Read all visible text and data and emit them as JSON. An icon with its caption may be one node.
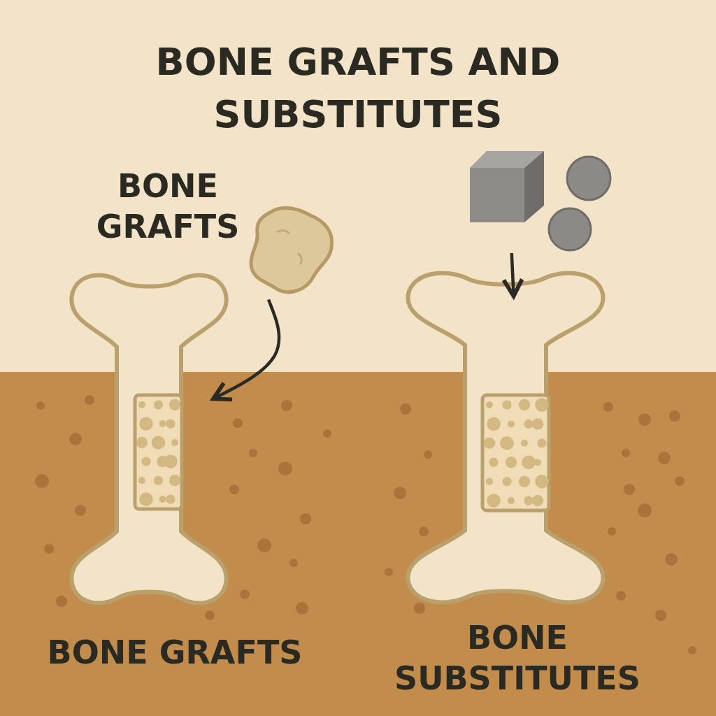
{
  "diagram": {
    "title": "BONE GRAFTS AND SUBSTITUTES",
    "nodes": [
      {
        "text": [],
        "shape": "picture",
        "beside": [
          "BONE GRAFTS"
        ]
      },
      {
        "text": [],
        "shape": "picture",
        "beside": [
          "BONE GRAFTS"
        ]
      },
      {
        "text": [],
        "shape": "picture"
      },
      {
        "text": [],
        "shape": "picture",
        "beside": [
          "BONE SUBSTITUTES"
        ]
      }
    ],
    "edges": [
      {
        "from": 0,
        "to": 1,
        "arrow": "to"
      },
      {
        "from": 2,
        "to": 3,
        "arrow": "to"
      }
    ]
  }
}
